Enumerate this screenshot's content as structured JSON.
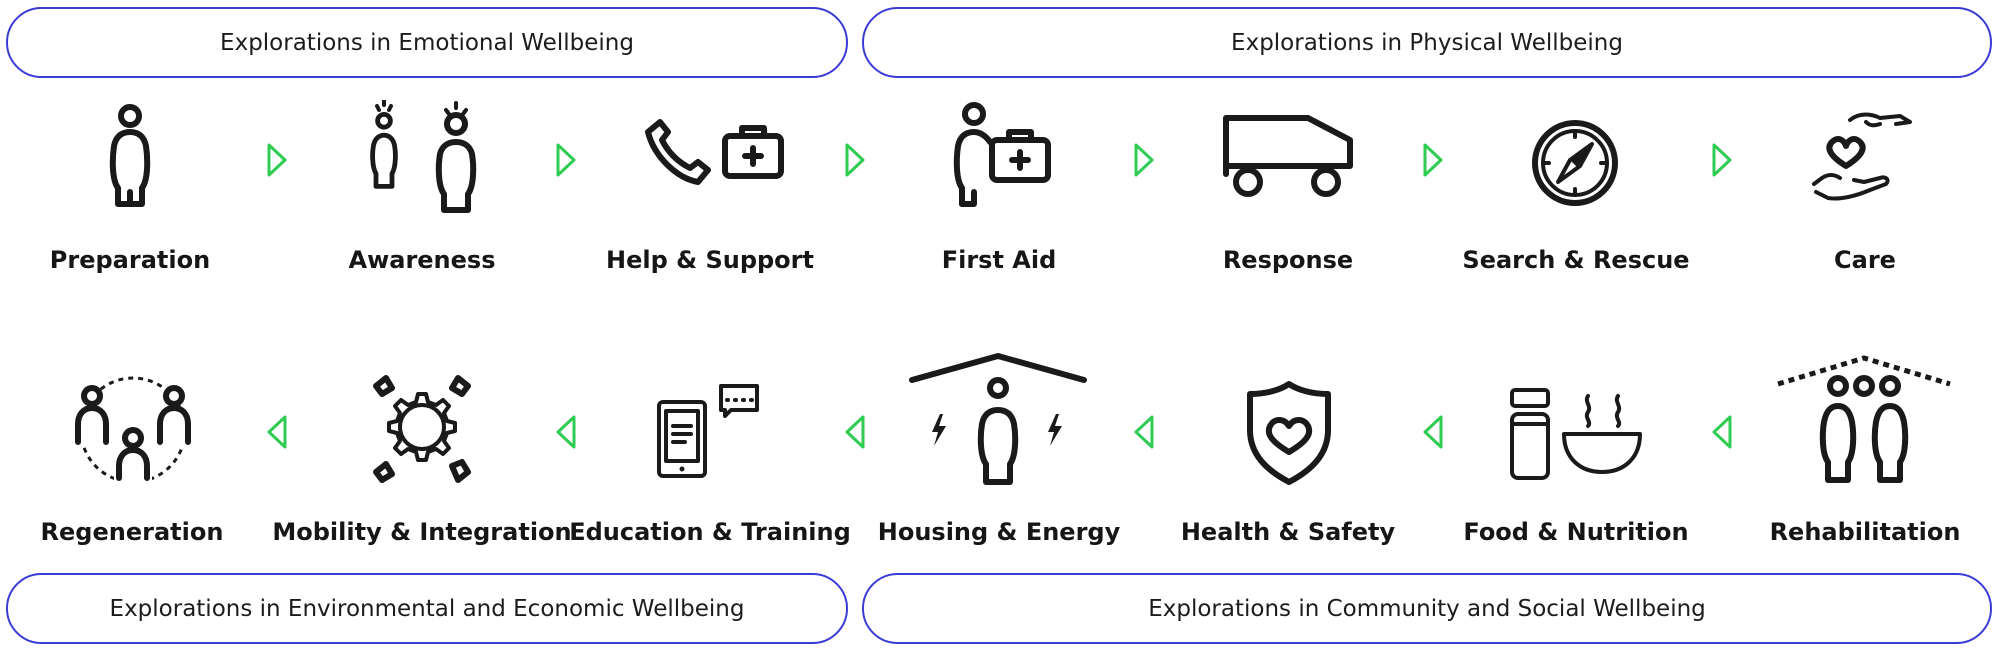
{
  "bands": {
    "emotional": "Explorations in Emotional Wellbeing",
    "physical": "Explorations in Physical Wellbeing",
    "environmental": "Explorations in Environmental and Economic Wellbeing",
    "community": "Explorations in Community and Social Wellbeing"
  },
  "top_row": [
    {
      "label": "Preparation",
      "icon": "person-icon"
    },
    {
      "label": "Awareness",
      "icon": "alert-persons-icon"
    },
    {
      "label": "Help & Support",
      "icon": "phone-medkit-icon"
    },
    {
      "label": "First Aid",
      "icon": "person-medkit-icon"
    },
    {
      "label": "Response",
      "icon": "truck-icon"
    },
    {
      "label": "Search & Rescue",
      "icon": "compass-icon"
    },
    {
      "label": "Care",
      "icon": "heart-hands-icon"
    }
  ],
  "bottom_row": [
    {
      "label": "Regeneration",
      "icon": "community-circle-icon"
    },
    {
      "label": "Mobility & Integration",
      "icon": "gear-icon"
    },
    {
      "label": "Education & Training",
      "icon": "tablet-chat-icon"
    },
    {
      "label": "Housing & Energy",
      "icon": "house-person-icon"
    },
    {
      "label": "Health & Safety",
      "icon": "shield-heart-icon"
    },
    {
      "label": "Food & Nutrition",
      "icon": "food-bowl-icon"
    },
    {
      "label": "Rehabilitation",
      "icon": "shelter-people-icon"
    }
  ],
  "colors": {
    "band_border": "#3b3bd6",
    "arrow": "#2ecc52",
    "icon": "#1a1a1a"
  }
}
